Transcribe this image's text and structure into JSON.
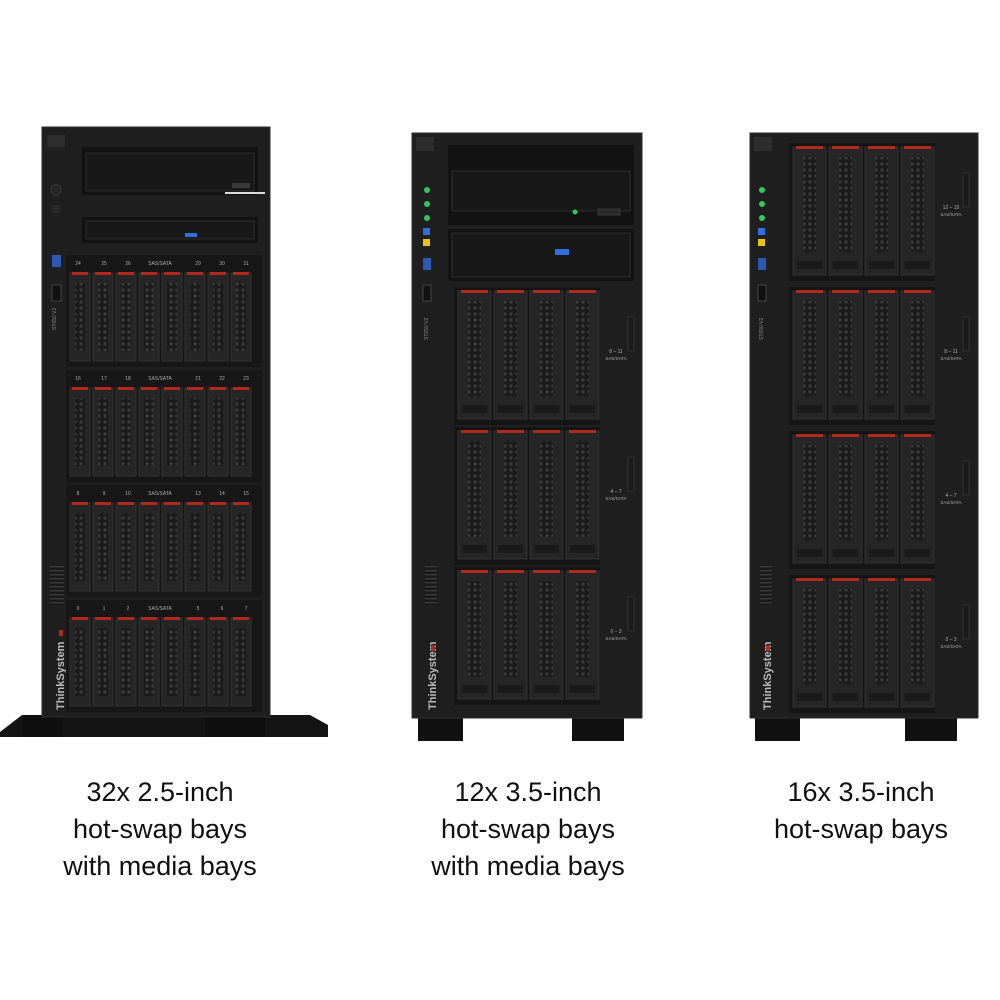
{
  "servers": [
    {
      "brand": "ThinkSystem",
      "model": "ST650 V2",
      "caption": [
        "32x 2.5-inch",
        "hot-swap bays",
        "with media bays"
      ],
      "bay_groups": [
        {
          "labels": [
            "24",
            "25",
            "26",
            "SAS/SATA",
            "29",
            "30",
            "31"
          ]
        },
        {
          "labels": [
            "16",
            "17",
            "18",
            "SAS/SATA",
            "21",
            "22",
            "23"
          ]
        },
        {
          "labels": [
            "8",
            "9",
            "10",
            "SAS/SATA",
            "13",
            "14",
            "15"
          ]
        },
        {
          "labels": [
            "0",
            "1",
            "2",
            "SAS/SATA",
            "5",
            "6",
            "7"
          ]
        }
      ]
    },
    {
      "brand": "ThinkSystem",
      "model": "ST650 V2",
      "caption": [
        "12x 3.5-inch",
        "hot-swap bays",
        "with media bays"
      ],
      "bay_groups": [
        {
          "range": "8 – 11",
          "type": "SAS/SATA"
        },
        {
          "range": "4 – 7",
          "type": "SAS/SATA"
        },
        {
          "range": "0 – 3",
          "type": "SAS/SATA"
        }
      ]
    },
    {
      "brand": "ThinkSystem",
      "model": "ST650 V2",
      "caption": [
        "16x 3.5-inch",
        "hot-swap bays"
      ],
      "bay_groups": [
        {
          "range": "12 – 15",
          "type": "SAS/SATA"
        },
        {
          "range": "8 – 11",
          "type": "SAS/SATA"
        },
        {
          "range": "4 – 7",
          "type": "SAS/SATA"
        },
        {
          "range": "0 – 3",
          "type": "SAS/SATA"
        }
      ]
    }
  ],
  "colors": {
    "chassis": "#1f1f1f",
    "panel": "#161616",
    "bay": "#262626",
    "accent_red": "#b22a1e",
    "led_green": "#35c759",
    "led_blue": "#2f6fe0",
    "led_yellow": "#e8c21a"
  }
}
